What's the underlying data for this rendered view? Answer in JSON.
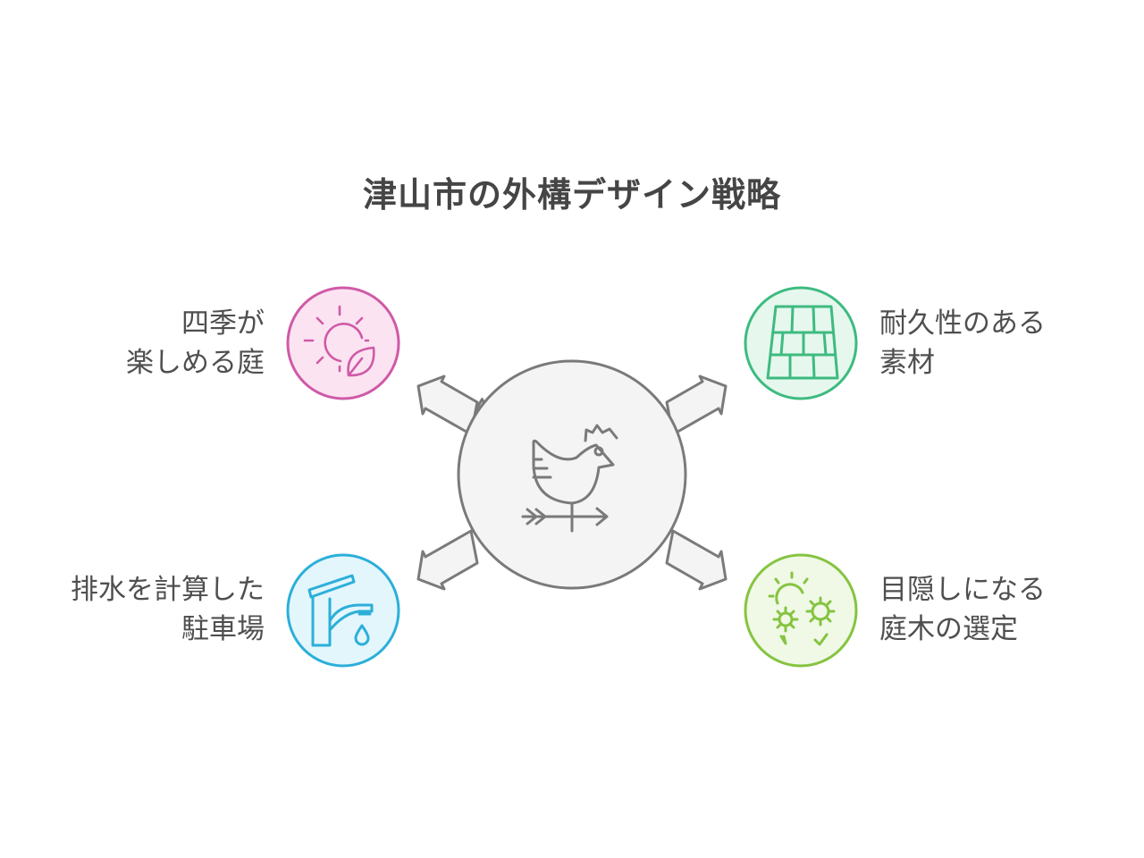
{
  "title": "津山市の外構デザイン戦略",
  "center": {
    "icon": "weathervane-rooster-icon",
    "fill": "#f4f4f4",
    "stroke": "#7a7a7a"
  },
  "items": [
    {
      "position": "top-left",
      "lines": [
        "四季が",
        "楽しめる庭"
      ],
      "icon": "sun-leaf-icon",
      "color": "#cf5aa6",
      "fill": "#fbe3f2"
    },
    {
      "position": "top-right",
      "lines": [
        "耐久性のある",
        "素材"
      ],
      "icon": "paving-tiles-icon",
      "color": "#3dbb80",
      "fill": "#e6f7ee"
    },
    {
      "position": "bottom-left",
      "lines": [
        "排水を計算した",
        "駐車場"
      ],
      "icon": "faucet-drop-icon",
      "color": "#2bafd9",
      "fill": "#e3f6fc"
    },
    {
      "position": "bottom-right",
      "lines": [
        "目隠しになる",
        "庭木の選定"
      ],
      "icon": "sun-flowers-icon",
      "color": "#85c440",
      "fill": "#f0f8e6"
    }
  ]
}
